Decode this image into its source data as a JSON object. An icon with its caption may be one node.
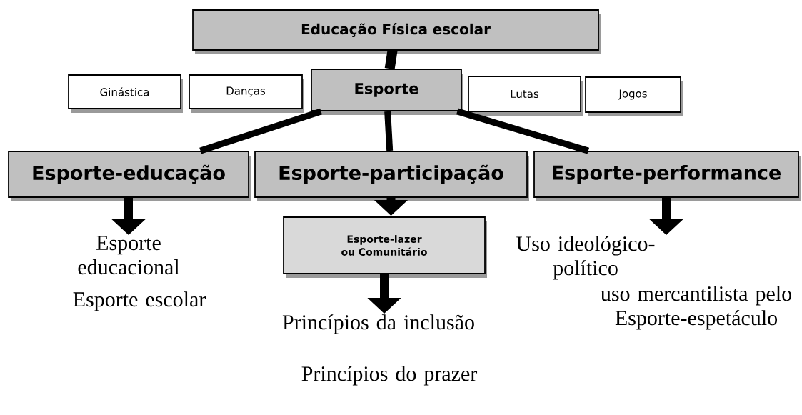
{
  "diagram": {
    "nodes": [
      {
        "text": [
          "Educação Física escolar"
        ]
      },
      {
        "text": [
          "Ginástica"
        ]
      },
      {
        "text": [
          "Danças"
        ]
      },
      {
        "text": [
          "Esporte"
        ]
      },
      {
        "text": [
          "Lutas"
        ]
      },
      {
        "text": [
          "Jogos"
        ]
      },
      {
        "text": [
          "Esporte-educação"
        ]
      },
      {
        "text": [
          "Esporte-participação"
        ]
      },
      {
        "text": [
          "Esporte-performance"
        ]
      },
      {
        "text": [
          "Esporte-lazer ou Comunitário"
        ]
      },
      {
        "text": [
          "Esporte educacional"
        ]
      },
      {
        "text": [
          "Esporte escolar"
        ]
      },
      {
        "text": [
          "Princípios da inclusão"
        ]
      },
      {
        "text": [
          "Princípios do prazer"
        ]
      },
      {
        "text": [
          "Uso ideológico- político"
        ]
      },
      {
        "text": [
          "uso mercantilista pelo Esporte-espetáculo"
        ]
      }
    ],
    "edges": [
      {
        "from": 0,
        "to": 3,
        "arrow": "none"
      },
      {
        "from": 3,
        "to": 6,
        "arrow": "none"
      },
      {
        "from": 3,
        "to": 7,
        "arrow": "none"
      },
      {
        "from": 3,
        "to": 8,
        "arrow": "none"
      },
      {
        "from": 6,
        "to": 10,
        "arrow": "to"
      },
      {
        "from": 7,
        "to": 9,
        "arrow": "to"
      },
      {
        "from": 9,
        "to": 12,
        "arrow": "to"
      },
      {
        "from": 8,
        "to": 14,
        "arrow": "to"
      }
    ]
  }
}
